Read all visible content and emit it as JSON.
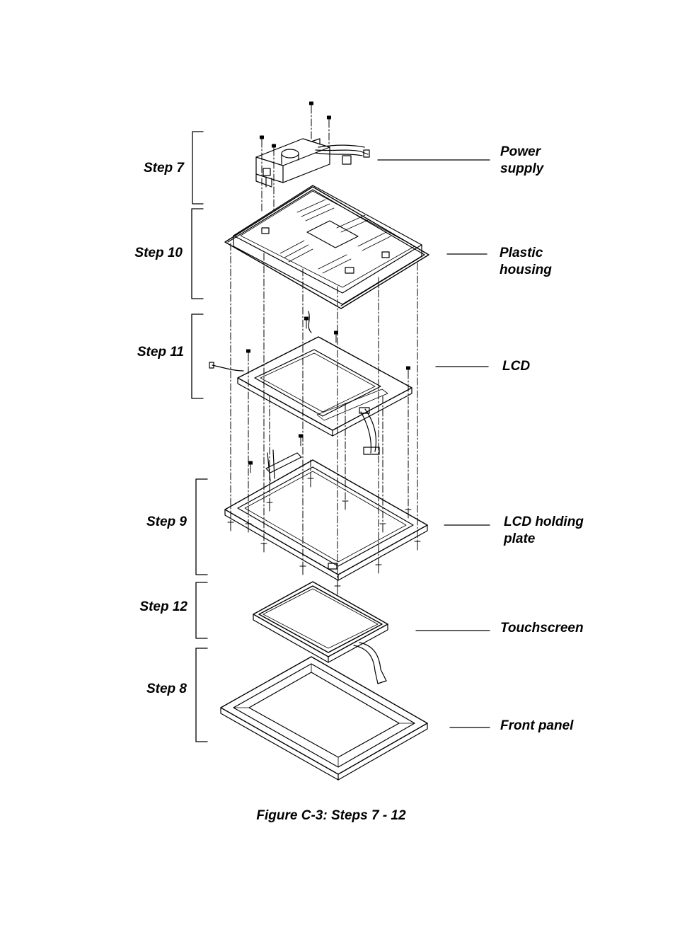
{
  "steps": {
    "step7": "Step 7",
    "step10": "Step 10",
    "step11": "Step 11",
    "step9": "Step 9",
    "step12": "Step 12",
    "step8": "Step 8"
  },
  "parts": {
    "power_supply": [
      "Power",
      "supply"
    ],
    "plastic_housing": [
      "Plastic",
      "housing"
    ],
    "lcd": "LCD",
    "lcd_holding_plate": [
      "LCD holding",
      "plate"
    ],
    "touchscreen": "Touchscreen",
    "front_panel": "Front panel"
  },
  "caption": "Figure C-3: Steps 7 - 12"
}
